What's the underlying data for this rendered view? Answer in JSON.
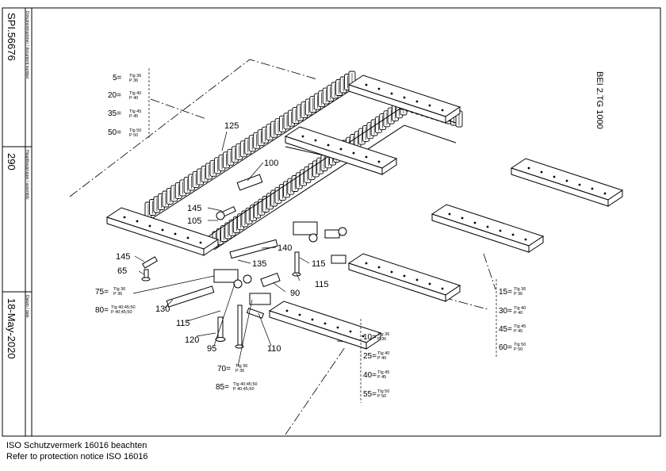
{
  "title_block": {
    "doc_label": "Dokumentnummer / document number",
    "doc_number": "SPI.56676",
    "assembly_label": "Hauptbaugruppe / assembly",
    "assembly_number": "290",
    "date_label": "Datum / date",
    "date": "18-May-2020"
  },
  "header_note": "BEI 2.TG 1000",
  "callouts": [
    {
      "n": "125"
    },
    {
      "n": "100"
    },
    {
      "n": "145"
    },
    {
      "n": "105"
    },
    {
      "n": "140"
    },
    {
      "n": "135"
    },
    {
      "n": "145"
    },
    {
      "n": "65"
    },
    {
      "n": "115"
    },
    {
      "n": "115"
    },
    {
      "n": "90"
    },
    {
      "n": "130"
    },
    {
      "n": "115"
    },
    {
      "n": "120"
    },
    {
      "n": "95"
    },
    {
      "n": "110"
    }
  ],
  "variant_groups": [
    {
      "id": "A",
      "rows": [
        {
          "n": "5=",
          "a": "Tlg 36",
          "b": "P 36"
        },
        {
          "n": "20=",
          "a": "Tlg 40",
          "b": "P 40"
        },
        {
          "n": "35=",
          "a": "Tlg 45",
          "b": "P 45"
        },
        {
          "n": "50=",
          "a": "Tlg 50",
          "b": "P 50"
        }
      ]
    },
    {
      "id": "B",
      "rows": [
        {
          "n": "15=",
          "a": "Tlg 36",
          "b": "P 36"
        },
        {
          "n": "30=",
          "a": "Tlg 40",
          "b": "P 40"
        },
        {
          "n": "45=",
          "a": "Tlg 45",
          "b": "P 45"
        },
        {
          "n": "60=",
          "a": "Tlg 50",
          "b": "P 50"
        }
      ]
    },
    {
      "id": "C",
      "rows": [
        {
          "n": "10=",
          "a": "Tlg 36",
          "b": "P 36"
        },
        {
          "n": "25=",
          "a": "Tlg 40",
          "b": "P 40"
        },
        {
          "n": "40=",
          "a": "Tlg 45",
          "b": "P 45"
        },
        {
          "n": "55=",
          "a": "Tlg 50",
          "b": "P 50"
        }
      ]
    },
    {
      "id": "D",
      "rows": [
        {
          "n": "75=",
          "a": "Tlg 36",
          "b": "P 36"
        },
        {
          "n": "80=",
          "a": "Tlg 40;45;50",
          "b": "P 40;45;50"
        }
      ]
    },
    {
      "id": "E",
      "rows": [
        {
          "n": "70=",
          "a": "Tlg 36",
          "b": "P 36"
        },
        {
          "n": "85=",
          "a": "Tlg 40;45;50",
          "b": "P 40;45;50"
        }
      ]
    }
  ],
  "footer": {
    "line1": "ISO Schutzvermerk 16016 beachten",
    "line2": "Refer to protection notice ISO 16016"
  }
}
